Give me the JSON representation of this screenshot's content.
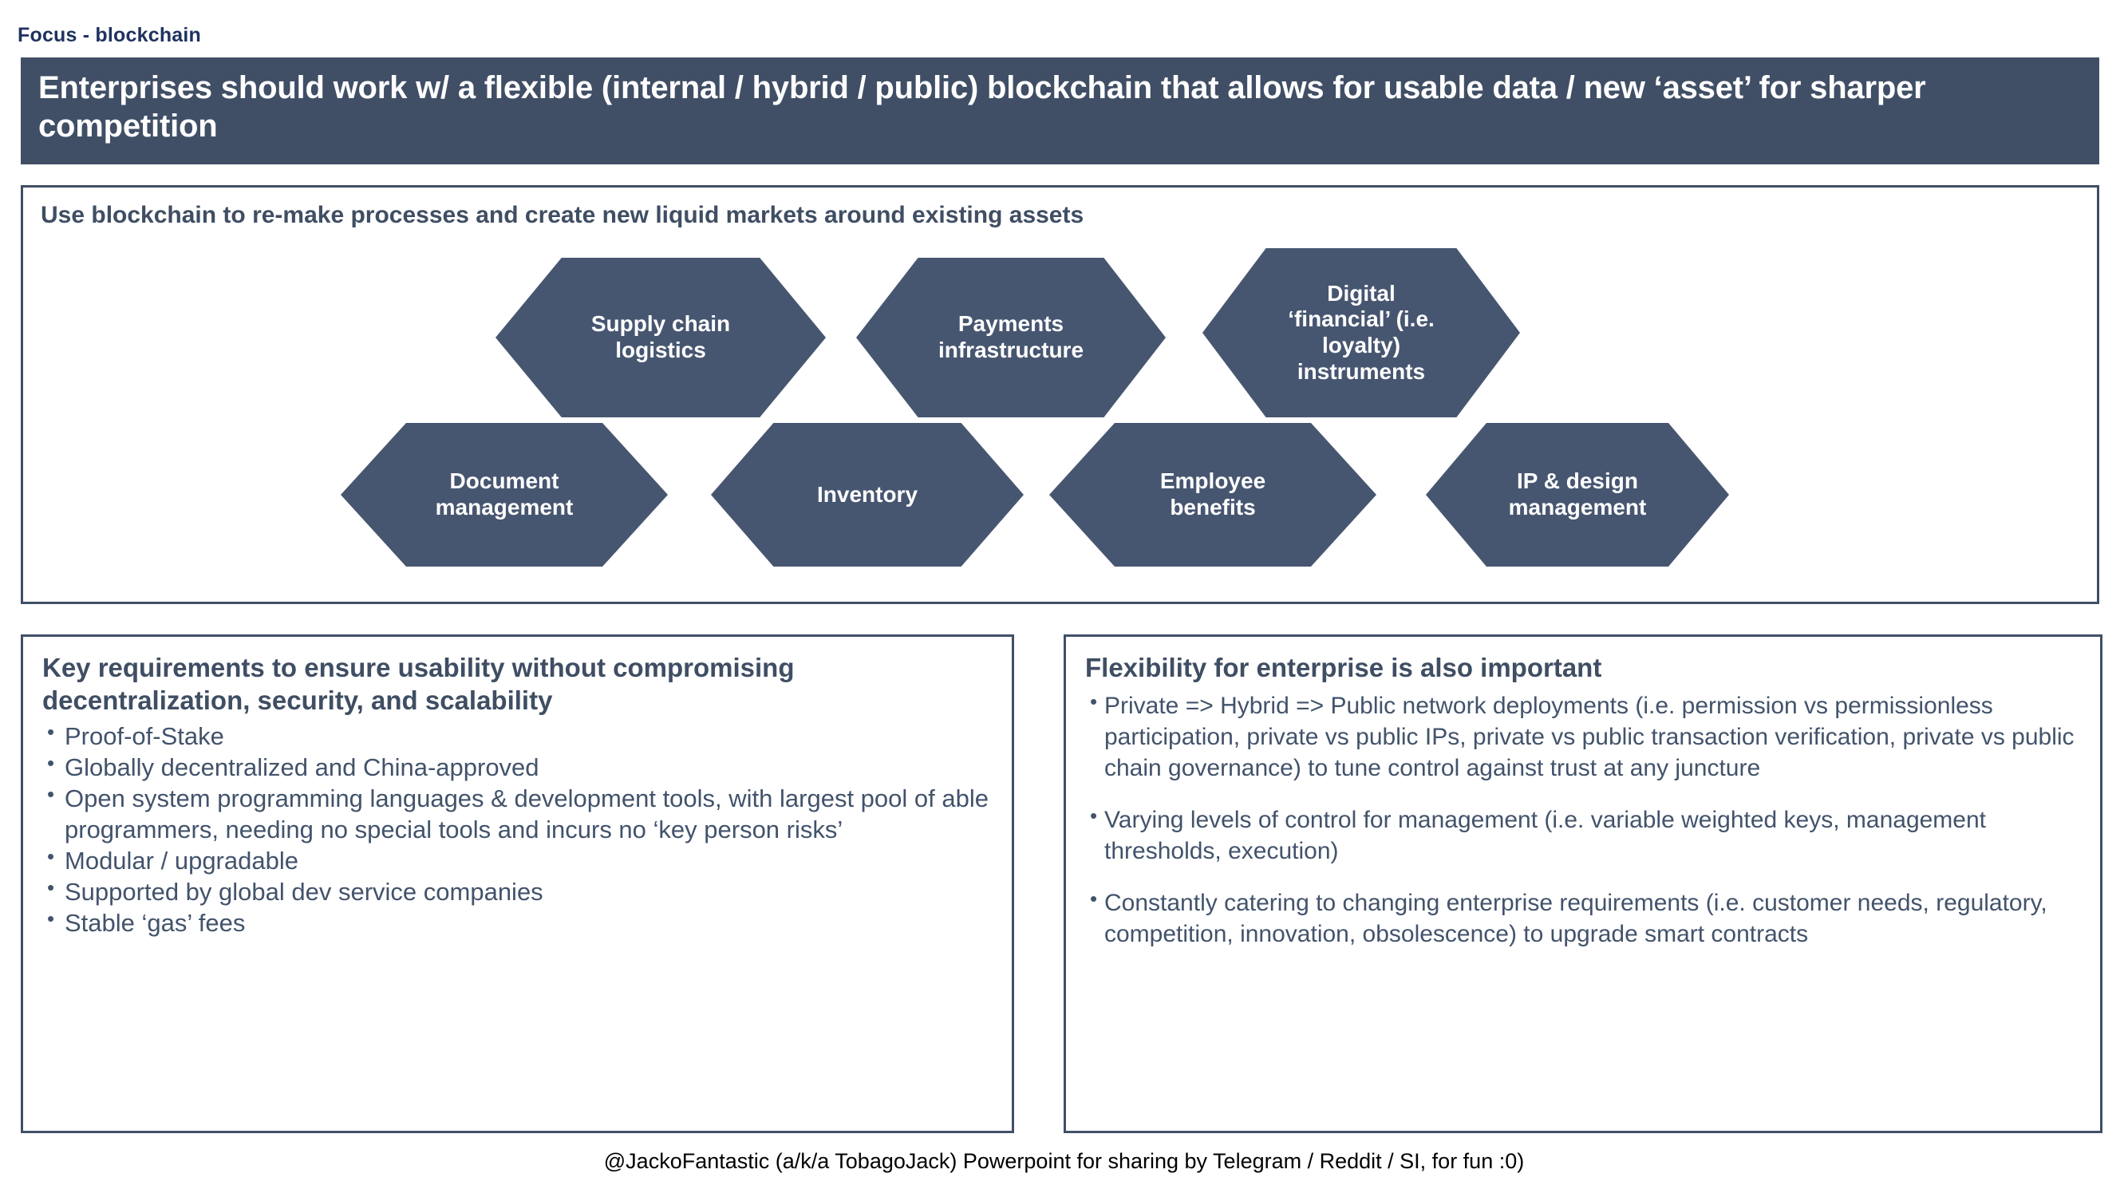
{
  "kicker": "Focus - blockchain",
  "title": "Enterprises should work w/ a flexible (internal / hybrid / public) blockchain that allows for usable data / new ‘asset’ for sharper competition",
  "hex_panel": {
    "heading": "Use blockchain to re-make processes and create new liquid markets around existing assets",
    "row1": [
      {
        "label": "Supply chain logistics",
        "lines": [
          "Supply chain",
          "logistics"
        ]
      },
      {
        "label": "Payments infrastructure",
        "lines": [
          "Payments",
          "infrastructure"
        ]
      },
      {
        "label": "Digital ‘financial’ (i.e. loyalty) instruments",
        "lines": [
          "Digital",
          "‘financial’ (i.e.",
          "loyalty)",
          "instruments"
        ]
      }
    ],
    "row2": [
      {
        "label": "Document management",
        "lines": [
          "Document",
          "management"
        ]
      },
      {
        "label": "Inventory",
        "lines": [
          "Inventory"
        ]
      },
      {
        "label": "Employee benefits",
        "lines": [
          "Employee",
          "benefits"
        ]
      },
      {
        "label": "IP & design management",
        "lines": [
          "IP & design",
          "management"
        ]
      }
    ]
  },
  "panel_left": {
    "heading": "Key requirements to ensure usability without compromising decentralization, security, and scalability",
    "bullets": [
      "Proof-of-Stake",
      "Globally decentralized and China-approved",
      "Open system programming languages & development tools, with largest pool of able programmers, needing no special tools and incurs no ‘key person risks’",
      "Modular / upgradable",
      "Supported by global dev service companies",
      "Stable ‘gas’ fees"
    ]
  },
  "panel_right": {
    "heading": "Flexibility for enterprise is also important",
    "bullets": [
      "Private => Hybrid => Public network deployments (i.e. permission vs permissionless participation, private vs public IPs, private vs public transaction verification, private vs public chain governance) to tune control against trust at any juncture",
      "Varying levels of control for management (i.e. variable weighted keys, management thresholds, execution)",
      "Constantly catering to changing enterprise requirements (i.e. customer needs, regulatory, competition, innovation, obsolescence) to upgrade smart contracts"
    ]
  },
  "footer": "@JackoFantastic (a/k/a TobagoJack) Powerpoint for sharing by Telegram / Reddit / SI, for fun :0)",
  "colors": {
    "banner_bg": "#404f66",
    "hex_fill": "#475670",
    "border": "#404f66",
    "kicker": "#1f3260",
    "body_text": "#42536b",
    "footer_text": "#000000"
  }
}
